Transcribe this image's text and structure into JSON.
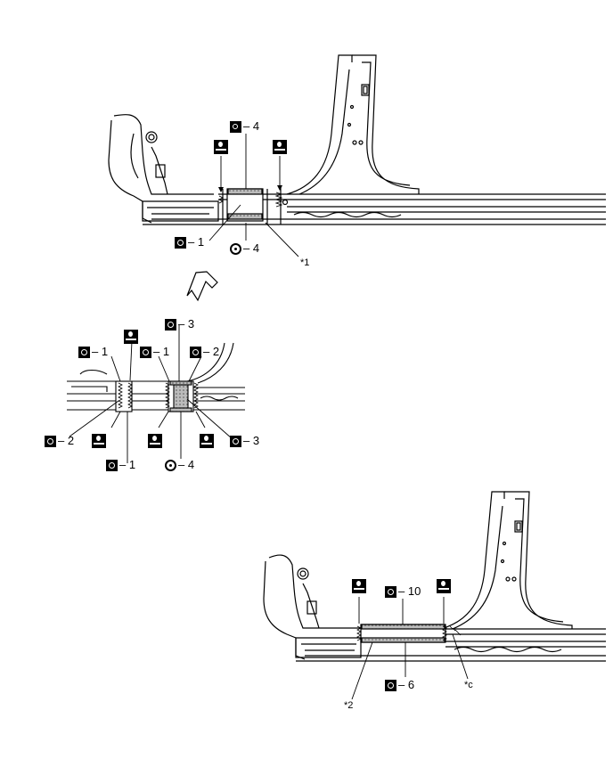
{
  "diagram": {
    "top_view": {
      "callouts": [
        {
          "symbol": "spot-weld",
          "text": "4"
        },
        {
          "symbol": "spot-weld",
          "text": "1"
        },
        {
          "symbol": "plug-weld",
          "text": "4"
        },
        {
          "symbol": "braze-seal",
          "text": ""
        },
        {
          "symbol": "braze-seal",
          "text": ""
        }
      ],
      "note": "*1"
    },
    "detail_view": {
      "callouts": [
        {
          "symbol": "spot-weld",
          "text": "3"
        },
        {
          "symbol": "spot-weld",
          "text": "1"
        },
        {
          "symbol": "spot-weld",
          "text": "1"
        },
        {
          "symbol": "spot-weld",
          "text": "2"
        },
        {
          "symbol": "spot-weld",
          "text": "2"
        },
        {
          "symbol": "spot-weld",
          "text": "3"
        },
        {
          "symbol": "spot-weld",
          "text": "1"
        },
        {
          "symbol": "plug-weld",
          "text": "4"
        }
      ]
    },
    "bottom_view": {
      "callouts": [
        {
          "symbol": "spot-weld",
          "text": "10"
        },
        {
          "symbol": "spot-weld",
          "text": "6"
        }
      ],
      "notes": [
        "*2",
        "*c"
      ]
    },
    "dash": "–"
  }
}
